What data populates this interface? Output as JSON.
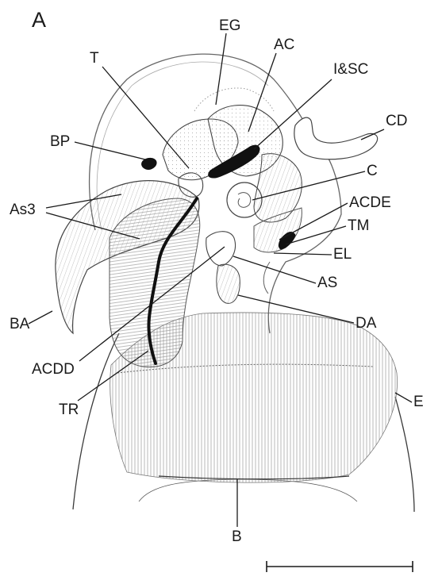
{
  "figure": {
    "panel_label": "A",
    "labels": {
      "EG": "EG",
      "AC": "AC",
      "T": "T",
      "ISC": "I&SC",
      "CD": "CD",
      "BP": "BP",
      "C": "C",
      "As3": "As3",
      "ACDE": "ACDE",
      "TM": "TM",
      "EL": "EL",
      "AS": "AS",
      "BA": "BA",
      "DA": "DA",
      "ACDD": "ACDD",
      "E": "E",
      "TR": "TR",
      "B": "B"
    },
    "scale_bar": {
      "label": ""
    }
  }
}
